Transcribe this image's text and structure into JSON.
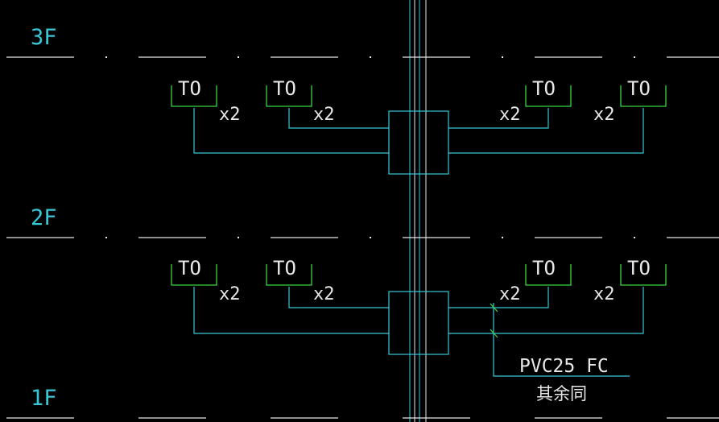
{
  "colors": {
    "background": "#000000",
    "cyan": "#37c8d8",
    "green": "#39d33f",
    "white": "#e8e8e8",
    "floor_label": "#37c8d8"
  },
  "floors": [
    {
      "label": "3F"
    },
    {
      "label": "2F"
    },
    {
      "label": "1F"
    }
  ],
  "blocks": [
    {
      "outlets": [
        {
          "label": "TO",
          "mult": "x2"
        },
        {
          "label": "TO",
          "mult": "x2"
        },
        {
          "label": "TO",
          "mult": "x2"
        },
        {
          "label": "TO",
          "mult": "x2"
        }
      ]
    },
    {
      "outlets": [
        {
          "label": "TO",
          "mult": "x2"
        },
        {
          "label": "TO",
          "mult": "x2"
        },
        {
          "label": "TO",
          "mult": "x2"
        },
        {
          "label": "TO",
          "mult": "x2"
        }
      ]
    }
  ],
  "annotation": {
    "conduit": "PVC25 FC",
    "note": "其余同"
  }
}
